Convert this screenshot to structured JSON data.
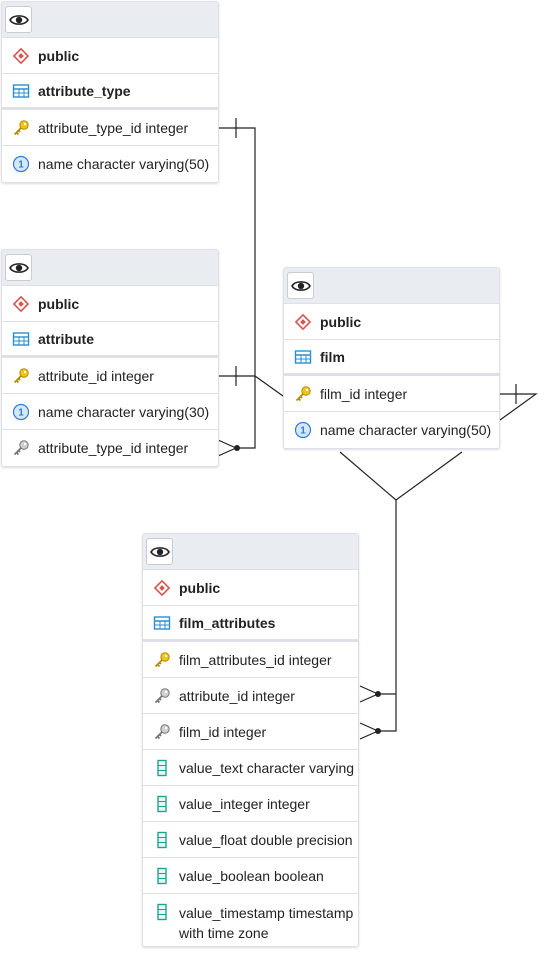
{
  "tables": {
    "attribute_type": {
      "schema": "public",
      "name": "attribute_type",
      "columns": [
        {
          "text": "attribute_type_id integer",
          "icon": "primary-key-icon"
        },
        {
          "text": "name character varying(50)",
          "icon": "not-null-icon"
        }
      ]
    },
    "attribute": {
      "schema": "public",
      "name": "attribute",
      "columns": [
        {
          "text": "attribute_id integer",
          "icon": "primary-key-icon"
        },
        {
          "text": "name character varying(30)",
          "icon": "not-null-icon"
        },
        {
          "text": "attribute_type_id integer",
          "icon": "foreign-key-icon"
        }
      ]
    },
    "film": {
      "schema": "public",
      "name": "film",
      "columns": [
        {
          "text": "film_id integer",
          "icon": "primary-key-icon"
        },
        {
          "text": "name character varying(50)",
          "icon": "not-null-icon"
        }
      ]
    },
    "film_attributes": {
      "schema": "public",
      "name": "film_attributes",
      "columns": [
        {
          "text": "film_attributes_id integer",
          "icon": "primary-key-icon"
        },
        {
          "text": "attribute_id integer",
          "icon": "foreign-key-icon"
        },
        {
          "text": "film_id integer",
          "icon": "foreign-key-icon"
        },
        {
          "text": "value_text character varying",
          "icon": "column-icon"
        },
        {
          "text": "value_integer integer",
          "icon": "column-icon"
        },
        {
          "text": "value_float double precision",
          "icon": "column-icon"
        },
        {
          "text": "value_boolean boolean",
          "icon": "column-icon"
        },
        {
          "text": "value_timestamp timestamp with time zone",
          "icon": "column-icon"
        }
      ]
    }
  },
  "relationships": [
    {
      "from": "attribute.attribute_type_id",
      "to": "attribute_type.attribute_type_id",
      "cardinality": "many-to-one"
    },
    {
      "from": "film_attributes.attribute_id",
      "to": "attribute.attribute_id",
      "cardinality": "many-to-one"
    },
    {
      "from": "film_attributes.film_id",
      "to": "film.film_id",
      "cardinality": "many-to-one"
    }
  ],
  "colors": {
    "header_bg": "#e9ecf1",
    "border": "#dde0e6",
    "schema_icon": "#d9534f",
    "table_icon": "#2d8ecf",
    "primary_key": "#f0c419",
    "foreign_key": "#888888",
    "not_null_icon": "#2d7cd6",
    "column_icon": "#21a38c",
    "link": "#222222"
  }
}
